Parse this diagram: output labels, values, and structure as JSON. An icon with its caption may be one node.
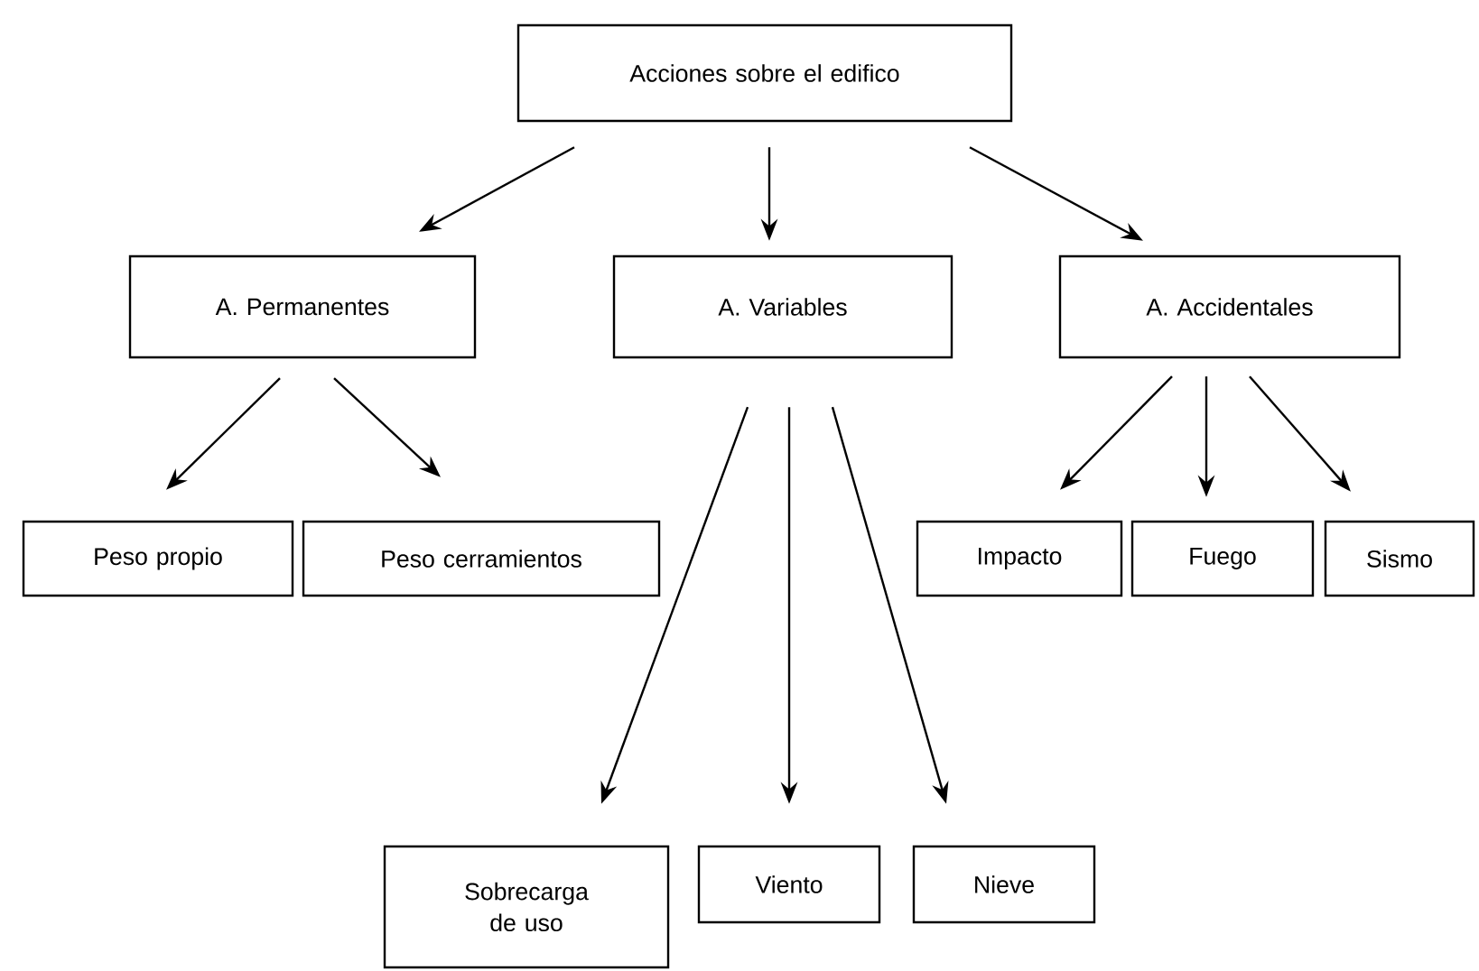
{
  "diagram": {
    "nodes": [
      {
        "text": [
          "Acciones sobre el edifico"
        ]
      },
      {
        "text": [
          "A. Permanentes"
        ]
      },
      {
        "text": [
          "A. Variables"
        ]
      },
      {
        "text": [
          "A. Accidentales"
        ]
      },
      {
        "text": [
          "Peso propio"
        ]
      },
      {
        "text": [
          "Peso cerramientos"
        ]
      },
      {
        "text": [
          "Impacto"
        ]
      },
      {
        "text": [
          "Fuego"
        ]
      },
      {
        "text": [
          "Sismo"
        ]
      },
      {
        "text": [
          "Sobrecarga de uso"
        ]
      },
      {
        "text": [
          "Viento"
        ]
      },
      {
        "text": [
          "Nieve"
        ]
      }
    ],
    "edges": [
      {
        "from": 0,
        "to": 1,
        "arrow": "to"
      },
      {
        "from": 0,
        "to": 2,
        "arrow": "to"
      },
      {
        "from": 0,
        "to": 3,
        "arrow": "to"
      },
      {
        "from": 1,
        "to": 4,
        "arrow": "to"
      },
      {
        "from": 1,
        "to": 5,
        "arrow": "to"
      },
      {
        "from": 3,
        "to": 6,
        "arrow": "to"
      },
      {
        "from": 3,
        "to": 7,
        "arrow": "to"
      },
      {
        "from": 3,
        "to": 8,
        "arrow": "to"
      },
      {
        "from": 2,
        "to": 9,
        "arrow": "to"
      },
      {
        "from": 2,
        "to": 10,
        "arrow": "to"
      },
      {
        "from": 2,
        "to": 11,
        "arrow": "to"
      }
    ]
  }
}
